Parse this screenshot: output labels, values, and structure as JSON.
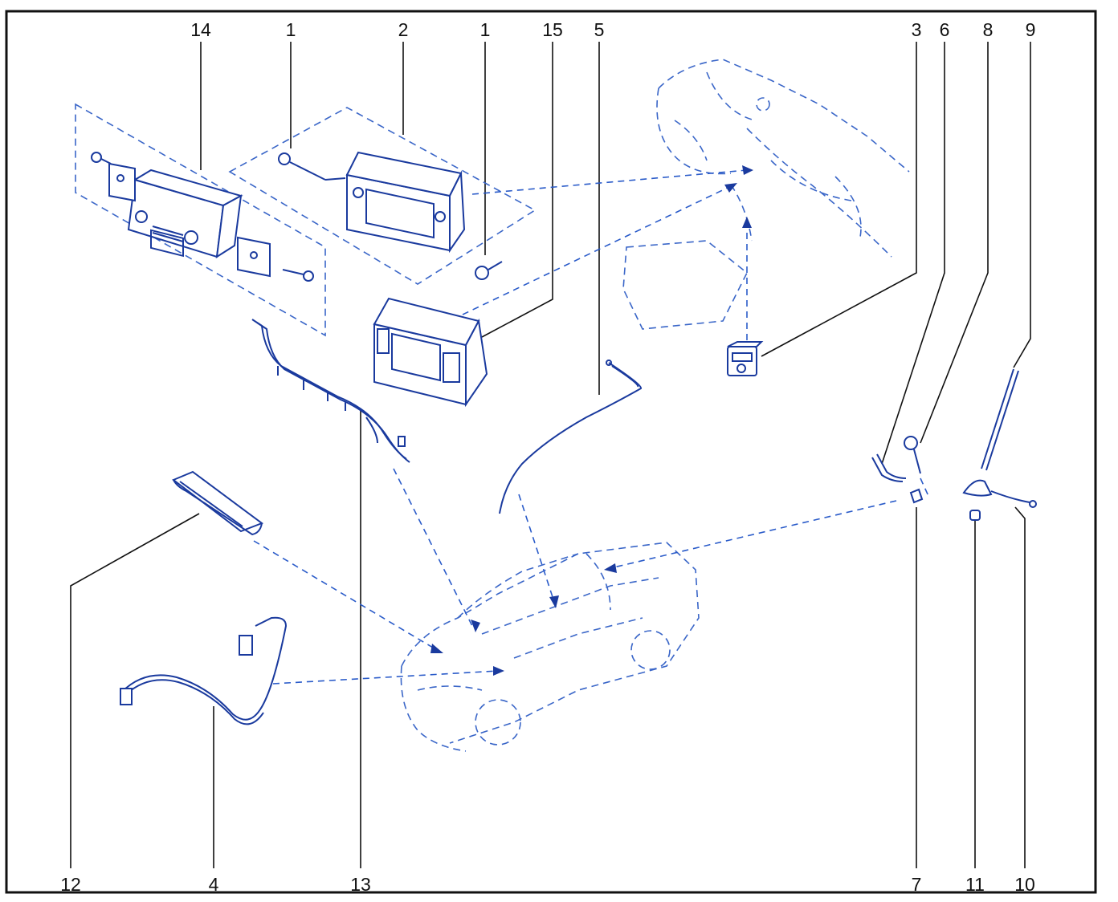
{
  "diagram": {
    "callouts_top": [
      "14",
      "1",
      "2",
      "1",
      "15",
      "5",
      "3",
      "6",
      "8",
      "9"
    ],
    "callouts_bottom": [
      "12",
      "4",
      "13",
      "7",
      "11",
      "10"
    ]
  },
  "colors": {
    "line": "#1a3a9e",
    "dashed": "#2a5bc9",
    "text": "#111111",
    "frame": "#111111"
  }
}
